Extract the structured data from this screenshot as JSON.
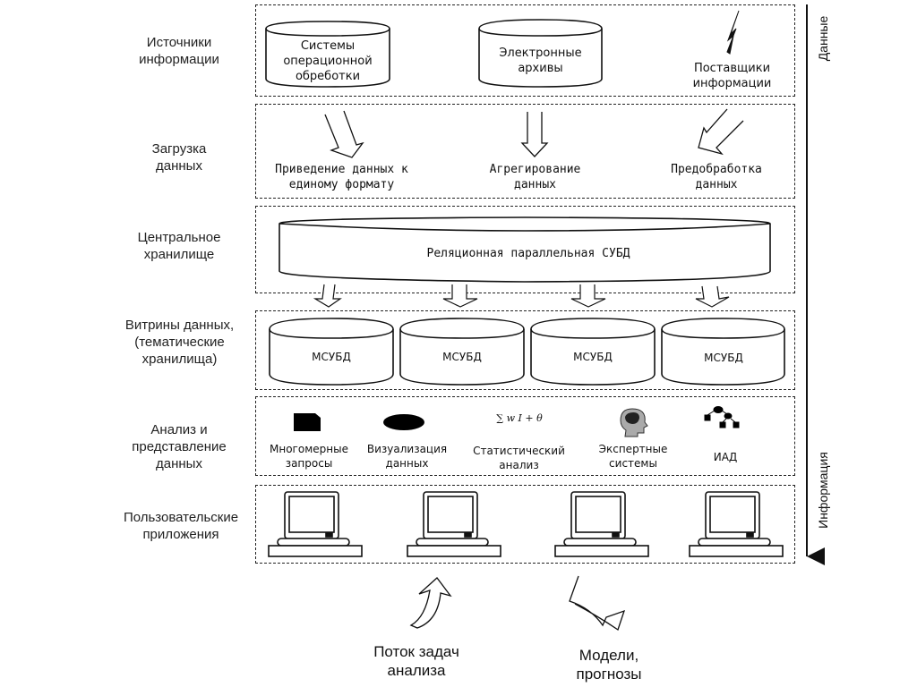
{
  "rows": [
    {
      "id": "sources",
      "label": "Источники\nинформации"
    },
    {
      "id": "loading",
      "label": "Загрузка\nданных"
    },
    {
      "id": "central",
      "label": "Центральное\nхранилище"
    },
    {
      "id": "marts",
      "label": "Витрины данных,\n(тематические\nхранилища)"
    },
    {
      "id": "analysis",
      "label": "Анализ и\nпредставление\nданных"
    },
    {
      "id": "apps",
      "label": "Пользовательские\nприложения"
    }
  ],
  "sources": [
    {
      "label": "Системы\nоперационной\nобреботки",
      "icon": "database-cylinder-icon"
    },
    {
      "label": "Электронные\nархивы",
      "icon": "database-cylinder-icon"
    },
    {
      "label": "Поставщики\nинформации",
      "icon": "lightning-icon"
    }
  ],
  "loading": [
    {
      "label": "Приведение данных к\nединому формату",
      "icon": "arrow-down-right-icon"
    },
    {
      "label": "Агрегирование\nданных",
      "icon": "arrow-down-icon"
    },
    {
      "label": "Предобработка\nданных",
      "icon": "arrow-down-left-icon"
    }
  ],
  "central": {
    "label": "Реляционная параллельная СУБД"
  },
  "marts": [
    {
      "label": "МСУБД"
    },
    {
      "label": "МСУБД"
    },
    {
      "label": "МСУБД"
    },
    {
      "label": "МСУБД"
    }
  ],
  "analysis": [
    {
      "label": "Многомерные\nзапросы",
      "icon": "cube-icon"
    },
    {
      "label": "Визуализация\nданных",
      "icon": "chart-blob-icon"
    },
    {
      "label": "Статистический\nанализ",
      "icon": "formula-icon",
      "formula": "∑ w I + θ"
    },
    {
      "label": "Экспертные\nсистемы",
      "icon": "head-brain-icon"
    },
    {
      "label": "ИАД",
      "icon": "tree-icon"
    }
  ],
  "apps": {
    "count": 4,
    "icon": "computer-icon"
  },
  "side_axis": {
    "top": "Данные",
    "bottom": "Информация"
  },
  "bottom": {
    "left": "Поток задач\nанализа",
    "right": "Модели,\nпрогнозы"
  }
}
